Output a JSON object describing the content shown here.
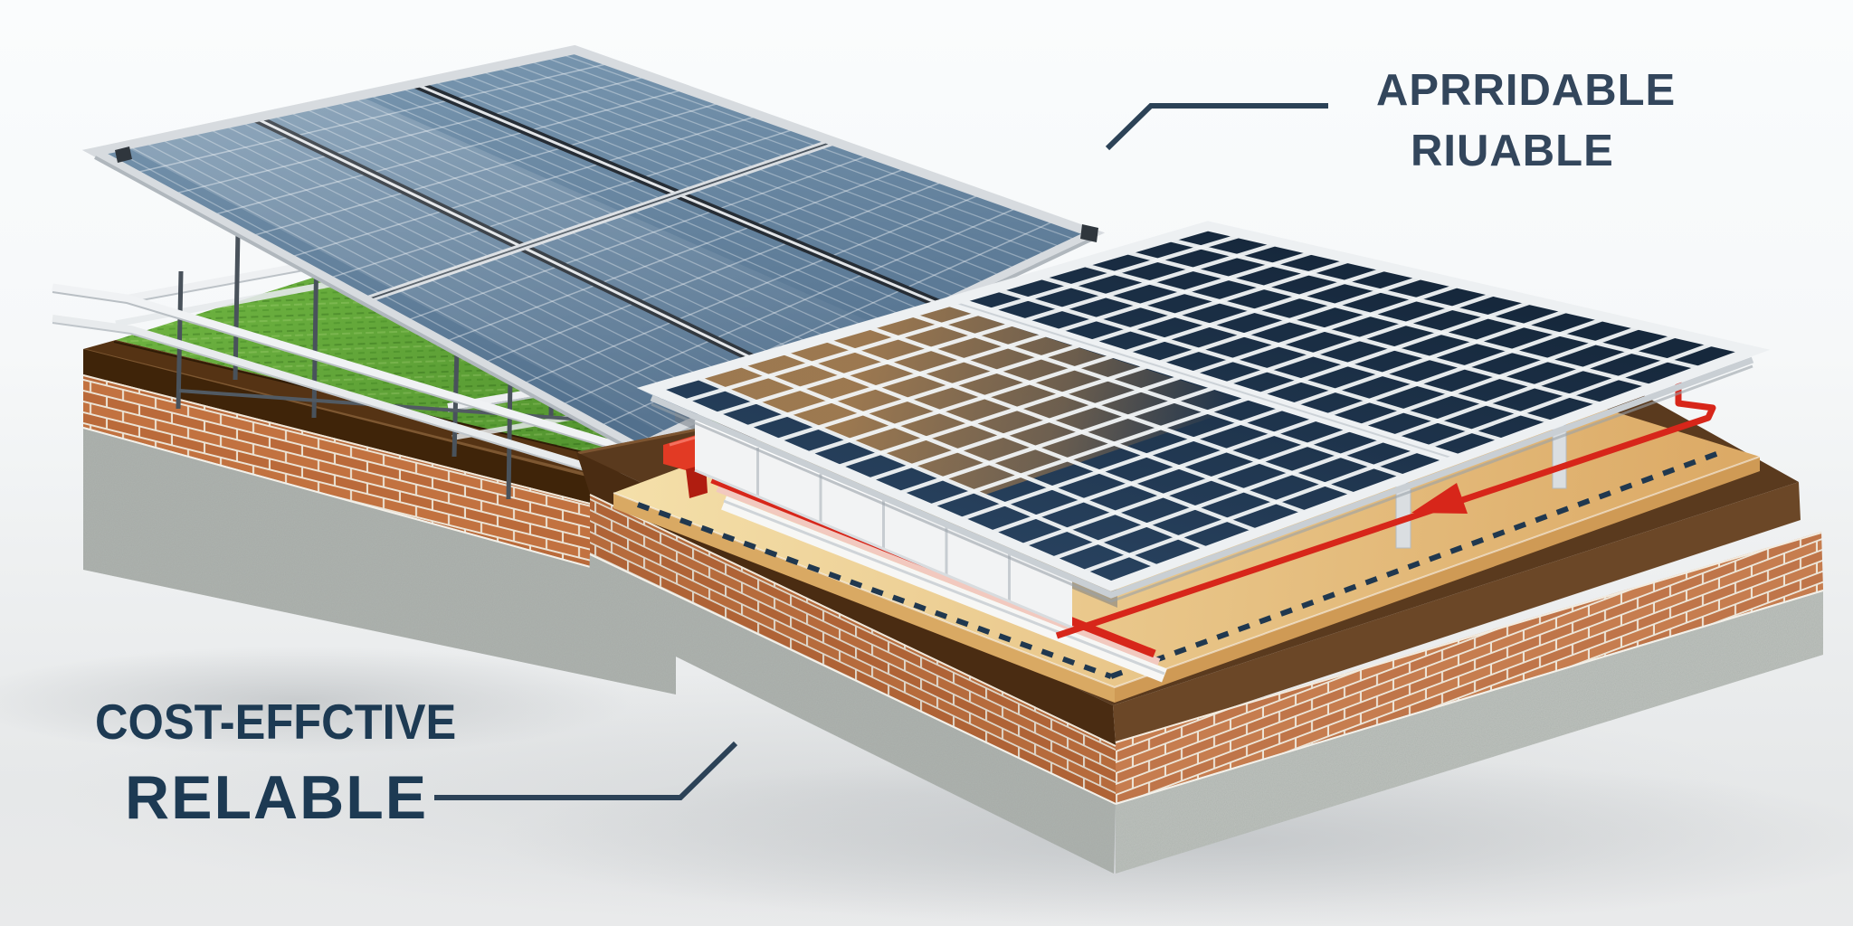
{
  "labels": {
    "top_right": {
      "line1": "APRRIDABLE",
      "line2": "RIUABLE"
    },
    "bottom_left": {
      "line1": "COST-EFFCTIVE",
      "line2": "RELABLE"
    }
  },
  "colors": {
    "label_top": "#33465c",
    "label_bottom": "#1d3a53",
    "leader_line": "#2c4257",
    "background_top": "#fafcfd",
    "background_floor": "#e7e9ea",
    "left_panel_blue": "#64809e",
    "panel_frame_silver": "#d7dbdf",
    "grass_green": "#58a231",
    "soil_brown": "#4e2f14",
    "brick_terracotta": "#c27240",
    "mortar": "#ece4d6",
    "concrete_gray": "#aeb3af",
    "sand_deck": "#ecd096",
    "deck_dashes_navy": "#20384f",
    "pipe_red": "#d7261a",
    "right_panel_navy": "#1d3147",
    "cell_grid_white": "#f1f4f6",
    "bronze_reflection": "#96744e",
    "beam_white": "#f2f3f4"
  },
  "illustration": {
    "left_array": {
      "panel_rows": 2,
      "panel_cols": 3
    },
    "right_array": {
      "panel_count": 2
    },
    "left_block_layers": [
      "grass",
      "soil",
      "brick",
      "concrete"
    ],
    "right_block_layers": [
      "sand deck",
      "soil",
      "brick",
      "concrete"
    ]
  }
}
